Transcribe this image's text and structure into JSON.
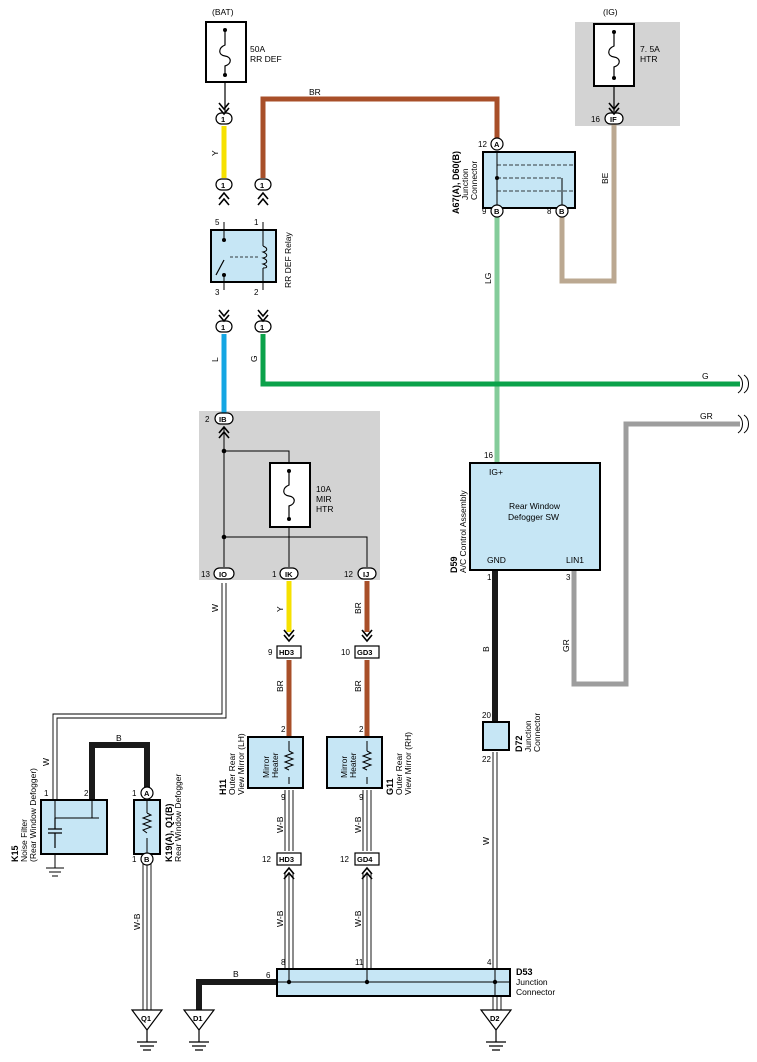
{
  "power": {
    "bat": "(BAT)",
    "ig": "(IG)"
  },
  "fuses": {
    "rr_def": {
      "amp": "50A",
      "name": "RR DEF"
    },
    "htr": {
      "amp": "7. 5A",
      "name": "HTR"
    },
    "mir_htr": {
      "amp": "10A",
      "name1": "MIR",
      "name2": "HTR"
    }
  },
  "relay": {
    "name": "RR DEF Relay",
    "pins": [
      "5",
      "1",
      "3",
      "2"
    ]
  },
  "wires": {
    "y": "Y",
    "br": "BR",
    "be": "BE",
    "lg": "LG",
    "l": "L",
    "g": "G",
    "gr": "GR",
    "w": "W",
    "b": "B",
    "wb": "W-B"
  },
  "connectors": {
    "a67": {
      "code": "A67(A), D60(B)",
      "line1": "Junction",
      "line2": "Connector",
      "pins": [
        "12",
        "9",
        "8"
      ],
      "ids": [
        "A",
        "B",
        "B"
      ]
    },
    "d59": {
      "code": "D59",
      "name": "A/C Control Assembly",
      "title1": "Rear Window",
      "title2": "Defogger SW",
      "pin_ig": "IG+",
      "pin_gnd": "GND",
      "pin_lin": "LIN1",
      "pin_num_ig": "16",
      "pin_num_gnd": "1",
      "pin_num_lin": "3"
    },
    "d72": {
      "code": "D72",
      "line1": "Junction",
      "line2": "Connector",
      "pin_top": "20",
      "pin_bot": "22"
    },
    "d53": {
      "code": "D53",
      "line1": "Junction",
      "line2": "Connector",
      "pins": [
        "6",
        "8",
        "11",
        "4"
      ]
    },
    "k15": {
      "code": "K15",
      "line1": "Noise Filter",
      "line2": "(Rear Window Defogger)",
      "pins": [
        "1",
        "2"
      ]
    },
    "k19": {
      "code": "K19(A), Q1(B)",
      "line1": "Rear Window Defogger",
      "pins": [
        "1",
        "1"
      ],
      "ids": [
        "A",
        "B"
      ]
    },
    "h11": {
      "code": "H11",
      "line1": "Outer Rear",
      "line2": "View Mirror (LH)",
      "heater1": "Mirror",
      "heater2": "Heater",
      "pins": [
        "2",
        "9"
      ]
    },
    "g11": {
      "code": "G11",
      "line1": "Outer Rear",
      "line2": "View Mirror (RH)",
      "heater1": "Mirror",
      "heater2": "Heater",
      "pins": [
        "2",
        "9"
      ]
    }
  },
  "inline": {
    "c1": "1",
    "if": "IF",
    "ib": "IB",
    "io": "IO",
    "ik": "IK",
    "ij": "IJ",
    "hd3": "HD3",
    "gd3": "GD3",
    "gd4": "GD4",
    "pin_16": "16",
    "pin_2": "2",
    "pin_13": "13",
    "pin_1": "1",
    "pin_12": "12",
    "pin_9": "9",
    "pin_10": "10"
  },
  "grounds": {
    "q1": "Q1",
    "d1": "D1",
    "d2": "D2"
  }
}
